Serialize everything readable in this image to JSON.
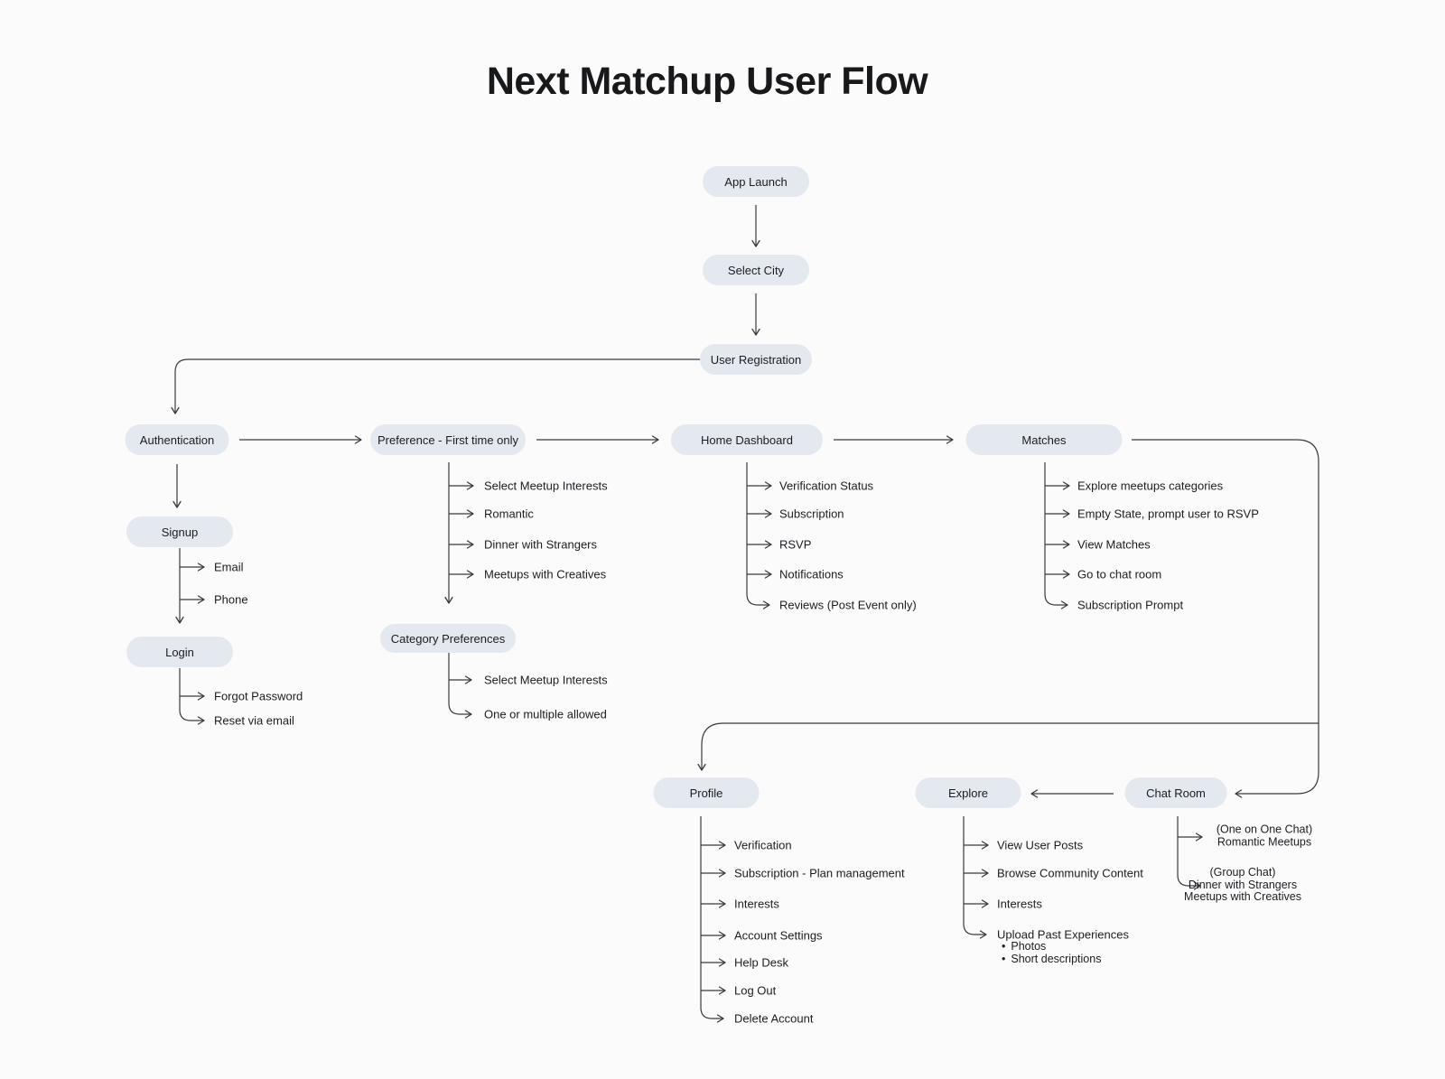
{
  "title": "Next Matchup User Flow",
  "colors": {
    "pill": "#e4e8ef",
    "line": "#3a3a3c",
    "text": "#1b1d21",
    "background": "#fbfbfc"
  },
  "nodes": {
    "app_launch": "App Launch",
    "select_city": "Select City",
    "user_registration": "User Registration",
    "authentication": "Authentication",
    "preference": "Preference - First time only",
    "home_dashboard": "Home Dashboard",
    "matches": "Matches",
    "signup": "Signup",
    "login": "Login",
    "category_preferences": "Category Preferences",
    "profile": "Profile",
    "explore": "Explore",
    "chat_room": "Chat Room"
  },
  "branches": {
    "signup": [
      "Email",
      "Phone"
    ],
    "login": [
      "Forgot Password",
      "Reset via email"
    ],
    "preference": [
      "Select Meetup Interests",
      "Romantic",
      "Dinner with Strangers",
      "Meetups with Creatives"
    ],
    "category_preferences": [
      "Select Meetup Interests",
      "One or multiple allowed"
    ],
    "home_dashboard": [
      "Verification Status",
      "Subscription",
      "RSVP",
      "Notifications",
      "Reviews (Post Event only)"
    ],
    "matches": [
      "Explore meetups categories",
      "Empty State, prompt user to RSVP",
      "View Matches",
      "Go to chat room",
      "Subscription Prompt"
    ],
    "profile": [
      "Verification",
      "Subscription - Plan management",
      "Interests",
      "Account Settings",
      "Help Desk",
      "Log Out",
      "Delete Account"
    ],
    "explore": [
      "View User Posts",
      "Browse Community Content",
      "Interests",
      "Upload Past Experiences"
    ],
    "explore_bullets": [
      "Photos",
      "Short descriptions"
    ],
    "chat_room": [
      {
        "line1": "(One on One Chat)",
        "line2": "Romantic Meetups"
      },
      {
        "line1": "(Group Chat)",
        "line2": "Dinner with Strangers",
        "line3": "Meetups with Creatives"
      }
    ]
  }
}
